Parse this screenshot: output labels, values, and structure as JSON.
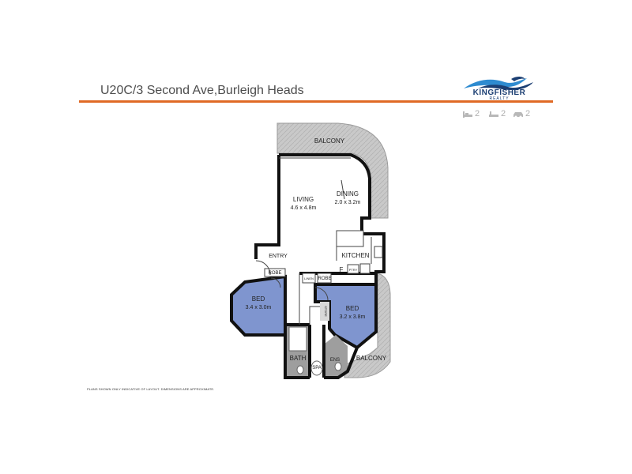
{
  "header": {
    "address": "U20C/3 Second Ave,Burleigh Heads",
    "brand_name": "KINGFISHER",
    "brand_sub": "REALTY",
    "accent_color": "#e06a25"
  },
  "features": {
    "beds": "2",
    "baths": "2",
    "cars": "2"
  },
  "rooms": {
    "balcony_top": "BALCONY",
    "living": "LIVING",
    "living_dims": "4.6 x 4.8m",
    "dining": "DINING",
    "dining_dims": "2.0 x 3.2m",
    "entry": "ENTRY",
    "kitchen": "KITCHEN",
    "fridge": "F",
    "pantry": "PTRY",
    "robe_left": "ROBE",
    "linen": "LINEN",
    "robe_right": "ROBE",
    "bed1": "BED",
    "bed1_dims": "3.4 x 3.0m",
    "bed2": "BED",
    "bed2_dims": "3.2 x 3.8m",
    "store": "STORE",
    "bath": "BATH",
    "spa": "SPA",
    "ens": "ENS",
    "balcony_bottom": "BALCONY"
  },
  "disclaimer": "PLANS SHOWN ONLY INDICATIVE OF LAYOUT. DIMENSIONS ARE APPROXIMATE."
}
